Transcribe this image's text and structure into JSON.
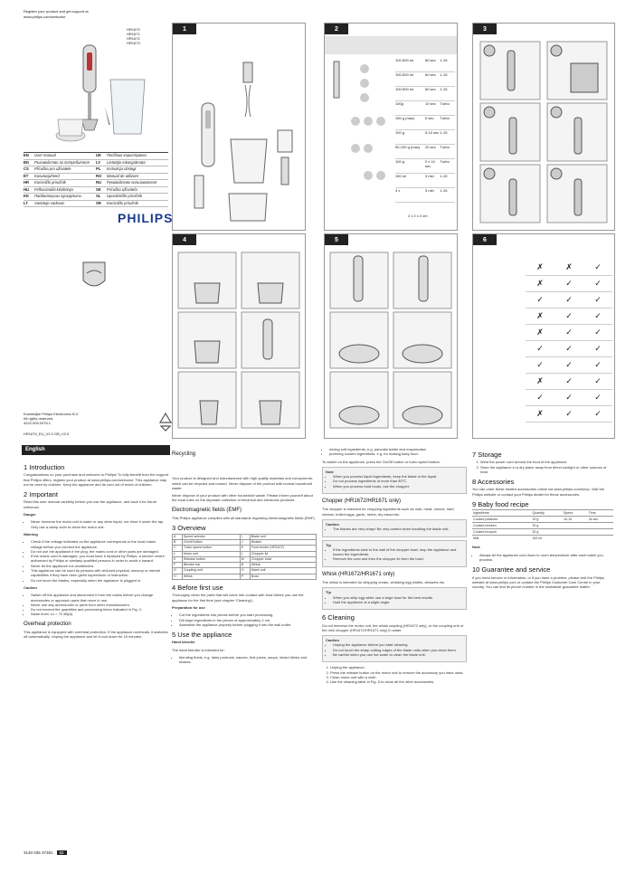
{
  "header": {
    "lines": [
      "Register your product and get support at",
      "www.philips.com/welcome"
    ],
    "models": [
      "HR1670",
      "HR1671",
      "HR1672",
      "HR1673"
    ]
  },
  "brand": "PHILIPS",
  "languages": [
    {
      "code": "EN",
      "name": "User manual"
    },
    {
      "code": "UK",
      "name": "Посібник користувача"
    },
    {
      "code": "BG",
      "name": "Ръководство за потребителя"
    },
    {
      "code": "LV",
      "name": "Lietotāja rokasgrāmata"
    },
    {
      "code": "CS",
      "name": "Příručka pro uživatele"
    },
    {
      "code": "PL",
      "name": "Instrukcja obsługi"
    },
    {
      "code": "ET",
      "name": "Kasutusjuhend"
    },
    {
      "code": "RO",
      "name": "Manual de utilizare"
    },
    {
      "code": "HR",
      "name": "Korisnički priručnik"
    },
    {
      "code": "RU",
      "name": "Руководство пользователя"
    },
    {
      "code": "HU",
      "name": "Felhasználói kézikönyv"
    },
    {
      "code": "SK",
      "name": "Príručka užívateľa"
    },
    {
      "code": "KK",
      "name": "Пайдаланушы нұсқаулығы"
    },
    {
      "code": "SL",
      "name": "Uporabniški priročnik"
    },
    {
      "code": "LT",
      "name": "Vartotojo vadovas"
    },
    {
      "code": "SR",
      "name": "Korisnički priručnik"
    }
  ],
  "address": [
    "Koninklijke Philips Electronics N.V.",
    "All rights reserved.",
    "4222.005.0376.1"
  ],
  "doc_code": "HR1670_EU_V2.0 GB_V2.0",
  "panels": {
    "p1": "1",
    "p2": "2",
    "p3": "3",
    "p4": "4",
    "p5": "5",
    "p6": "6"
  },
  "english_tab": "English",
  "sections": {
    "intro_title": "1   Introduction",
    "intro_text": "Congratulations on your purchase and welcome to Philips! To fully benefit from the support that Philips offers, register your product at www.philips.com/welcome. This appliance may not be used by children. Keep the appliance and its cord out of reach of children.",
    "important_title": "2   Important",
    "important_text": "Read this user manual carefully before you use the appliance, and save it for future reference.",
    "danger_label": "Danger",
    "danger_items": [
      "Never immerse the motor unit in water or any other liquid, nor rinse it under the tap. Only use a damp cloth to clean the motor unit."
    ],
    "warning_label": "Warning",
    "warning_items": [
      "Check if the voltage indicated on the appliance corresponds to the local mains voltage before you connect the appliance.",
      "Do not use the appliance if the plug, the mains cord or other parts are damaged.",
      "If the mains cord is damaged, you must have it replaced by Philips, a service centre authorized by Philips or similarly qualified persons in order to avoid a hazard.",
      "Never let the appliance run unattended.",
      "This appliance can be used by persons with reduced physical, sensory or mental capabilities if they have been given supervision or instruction.",
      "Do not touch the blades, especially when the appliance is plugged in."
    ],
    "caution_label": "Caution",
    "caution_items": [
      "Switch off the appliance and disconnect it from the mains before you change accessories or approach parts that move in use.",
      "Never use any accessories or parts from other manufacturers.",
      "Do not exceed the quantities and processing times indicated in Fig. 2.",
      "Noise level: Lc = 72 dB(A)"
    ],
    "overheat_title": "Overheat protection",
    "overheat_text": "This appliance is equipped with overheat protection. If the appliance overheats, it switches off automatically. Unplug the appliance and let it cool down for 15 minutes.",
    "recycling_title": "Recycling",
    "recycling_text": "Your product is designed and manufactured with high quality materials and components, which can be recycled and reused. Never dispose of the product with normal household waste.",
    "recycling_text2": "Never dispose of your product with other household waste. Please inform yourself about the local rules on the separate collection of electrical and electronic products.",
    "emf_title": "Electromagnetic fields (EMF)",
    "emf_text": "This Philips appliance complies with all standards regarding electromagnetic fields (EMF).",
    "overview_title": "3   Overview",
    "overview_rows": [
      [
        "A",
        "Speed selector",
        "I",
        "Blade unit"
      ],
      [
        "B",
        "On/off button",
        "J",
        "Beaker"
      ],
      [
        "C",
        "Turbo speed button",
        "K",
        "Food tender (HR1672)"
      ],
      [
        "L",
        "Motor unit",
        "L",
        "Chopper lid"
      ],
      [
        "E",
        "Release button",
        "M",
        "Chopper bowl"
      ],
      [
        "F",
        "Blender bar",
        "N",
        "Whisk"
      ],
      [
        "G",
        "Coupling unit",
        "O",
        "Mash unit"
      ],
      [
        "H",
        "Whisk",
        "P",
        "Bowl"
      ]
    ],
    "before_title": "4   Before first use",
    "before_text": "Thoroughly clean the parts that will come into contact with food before you use the appliance for the first time (see chapter 'Cleaning').",
    "prep_title": "Preparation for use",
    "prep_items": [
      "Cut the ingredients into pieces before you start processing.",
      "Dill large ingredients in the pieces of approximately 2 cm.",
      "Assemble the appliance properly before plugging it into the wall outlet."
    ],
    "use_title": "5   Use the appliance",
    "handblender_title": "Hand blender",
    "handblender_text": "The hand blender is intended for:",
    "handblender_items": [
      "blending fluids, e.g. dairy products, sauces, fruit juices, soups, mixed drinks and shakes."
    ],
    "col3_items": [
      "mixing soft ingredients, e.g. pancake batter and mayonnaise.",
      "pureeing cooked ingredients, e.g. for making baby food."
    ],
    "col3_text": "To switch on the appliance, press the On/Off button or turbo speed button.",
    "note_label": "Note",
    "note_items": [
      "When you process liquid ingredients, keep the blade in the liquid.",
      "Do not process ingredients of more than 80°C.",
      "When you process hard foods, use the chopper."
    ],
    "chopper_title": "Chopper (HR1672/HR1671 only)",
    "chopper_text": "The chopper is intended for chopping ingredients such as nuts, meat, onions, hard cheese, boiled eggs, garlic, herbs, dry bread etc.",
    "caution2_label": "Caution",
    "caution2_items": [
      "The blades are very sharp! Be very careful when handling the blade unit."
    ],
    "tip_label": "Tip",
    "tip_items": [
      "If the ingredients stick to the wall of the chopper bowl, stop the appliance and loosen the ingredients.",
      "Remove the cord and then the chopper lid from the bowl."
    ],
    "whisk_title": "Whisk (HR1672/HR1671 only)",
    "whisk_text": "The whisk is intended for whipping cream, whisking egg whites, desserts etc.",
    "tip2_label": "Tip",
    "tip2_items": [
      "When you whip egg white use a large bowl for the best results.",
      "Hold the appliance at a slight angle."
    ],
    "cleaning_title": "6   Cleaning",
    "cleaning_text": "Do not immerse the motor unit, the whisk coupling (HR1672 only), or the coupling unit of the mini chopper (HR1672/HR1671 only) in water.",
    "caution3_label": "Caution",
    "caution3_items": [
      "Unplug the appliance before you start cleaning.",
      "Do not touch the sharp cutting edges of the blade units when you clean them.",
      "Be careful when you use hot water to clean the blade unit."
    ],
    "cleaning_steps": [
      "Unplug the appliance.",
      "Press the release button on the motor unit to remove the accessory you have used.",
      "Clean motor unit with a cloth.",
      "Use the cleaning table in Fig. 6 to clean all the other accessories."
    ],
    "storage_title": "7   Storage",
    "storage_items": [
      "Wind the power cord around the food of the appliance.",
      "Store the appliance in a dry place away from direct sunlight or other sources of heat."
    ],
    "accessories_title": "8   Accessories",
    "accessories_text": "You can order these related accessories online via www.philips.com/shop. Visit the Philips website or contact your Philips dealer for these accessories.",
    "babyfood_title": "9   Baby food recipe",
    "babyfood_header": [
      "Ingredients",
      "Quantity",
      "Speed",
      "Time"
    ],
    "babyfood_rows": [
      [
        "Cooked potatoes",
        "20 g",
        "10-15",
        "40 sec"
      ],
      [
        "Cooked chicken",
        "20 g",
        "",
        ""
      ],
      [
        "Cooked broccoli",
        "20 g",
        "",
        ""
      ],
      [
        "Milk",
        "100 ml",
        "",
        ""
      ]
    ],
    "note3_label": "Note",
    "note3_text": "Always let the appliance cool down to room temperature after each batch you process.",
    "guarantee_title": "10  Guarantee and service",
    "guarantee_text": "If you need service or information, or if you have a problem, please visit the Philips website at www.philips.com or contact the Philips Customer Care Centre in your country. You can find its phone number in the worldwide guarantee leaflet."
  },
  "panel2": {
    "rows": [
      [
        "100-500 ml",
        "60 sec",
        "1-15"
      ],
      [
        "100-500 ml",
        "60 sec",
        "1-15"
      ],
      [
        "100-500 ml",
        "60 sec",
        "1-15"
      ],
      [
        "100g",
        "10 sec",
        "Turbo"
      ],
      [
        "150 g (max)",
        "5 sec",
        "Turbo"
      ],
      [
        "100 g",
        "5-10 sec",
        "1-15"
      ],
      [
        "50-100 g (max)",
        "20 sec",
        "Turbo"
      ],
      [
        "100 g",
        "2 x 10 sec",
        "Turbo"
      ],
      [
        "150 ml",
        "3 min",
        "1-15"
      ],
      [
        "3 x",
        "3 min",
        "1-15"
      ]
    ],
    "cube_label": "2 x 2 x 2 cm"
  },
  "footer": {
    "code": "3140 035 37381",
    "page": "82"
  }
}
